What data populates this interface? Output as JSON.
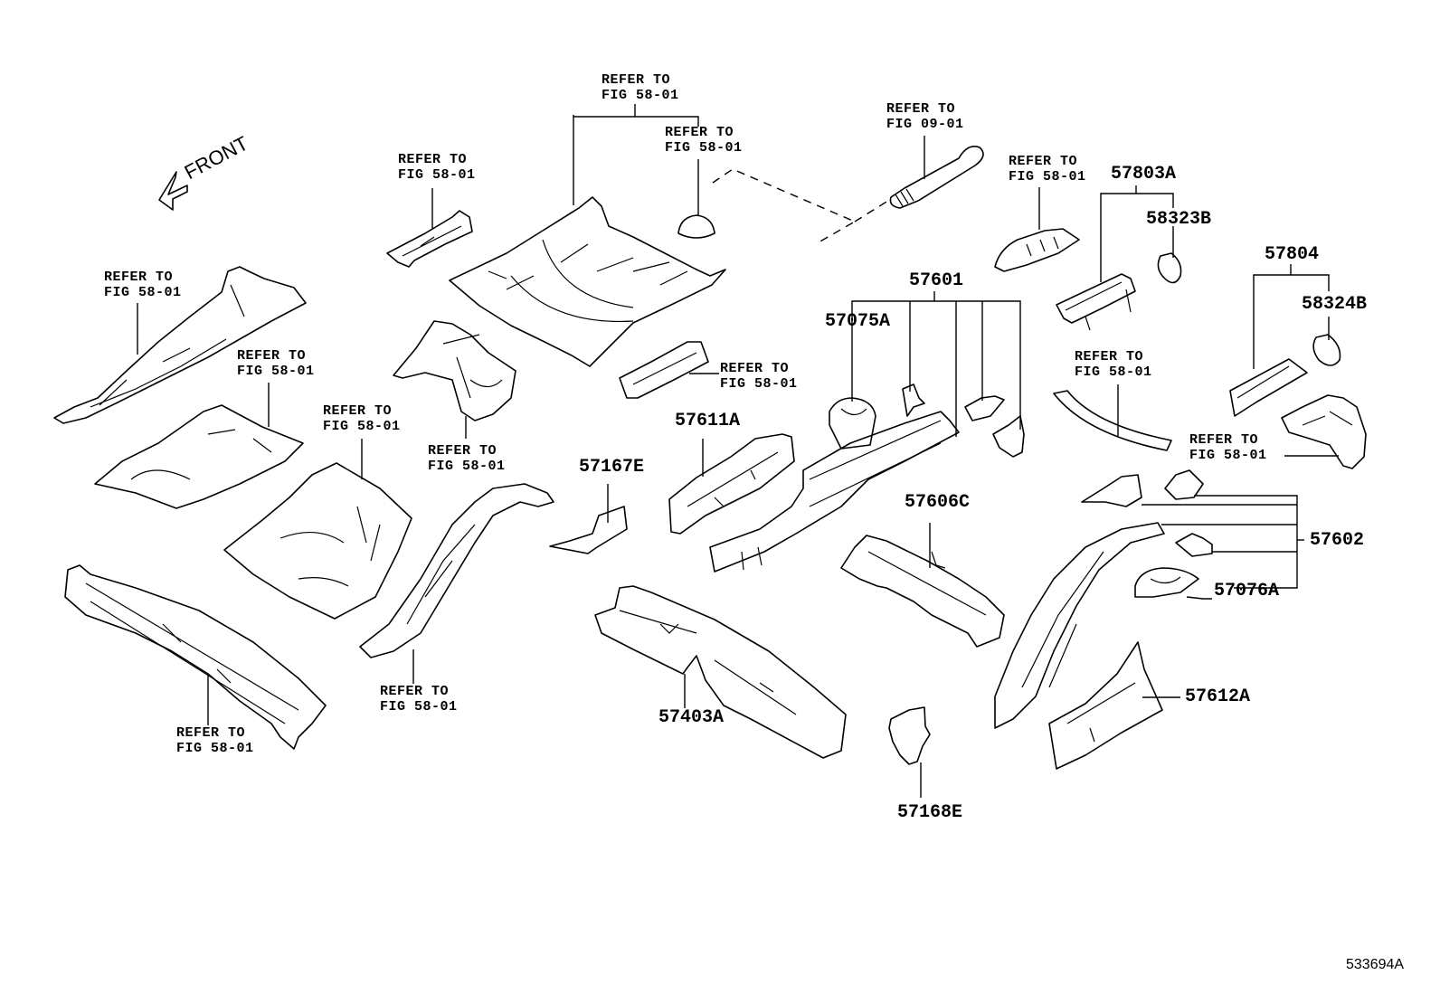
{
  "figure_id": "533694A",
  "direction_indicator": {
    "label": "FRONT",
    "icon": "arrow-left-down-icon"
  },
  "callouts": {
    "ref_left_rail": {
      "line1": "REFER TO",
      "line2": "FIG 58-01"
    },
    "ref_front_floor_small": {
      "line1": "REFER TO",
      "line2": "FIG 58-01"
    },
    "ref_floor_pan_top": {
      "line1": "REFER TO",
      "line2": "FIG 58-01"
    },
    "ref_plug": {
      "line1": "REFER TO",
      "line2": "FIG 58-01"
    },
    "ref_jack": {
      "line1": "REFER TO",
      "line2": "FIG 09-01"
    },
    "ref_bracket_top_right": {
      "line1": "REFER TO",
      "line2": "FIG 58-01"
    },
    "ref_crossmember_small": {
      "line1": "REFER TO",
      "line2": "FIG 58-01"
    },
    "ref_front_floor_pan": {
      "line1": "REFER TO",
      "line2": "FIG 58-01"
    },
    "ref_rear_floor_pan": {
      "line1": "REFER TO",
      "line2": "FIG 58-01"
    },
    "ref_tunnel_bracket": {
      "line1": "REFER TO",
      "line2": "FIG 58-01"
    },
    "ref_rear_rail_curve": {
      "line1": "REFER TO",
      "line2": "FIG 58-01"
    },
    "ref_side_member_left": {
      "line1": "REFER TO",
      "line2": "FIG 58-01"
    },
    "ref_curved_strip": {
      "line1": "REFER TO",
      "line2": "FIG 58-01"
    },
    "ref_wheelhouse": {
      "line1": "REFER TO",
      "line2": "FIG 58-01"
    }
  },
  "part_numbers": {
    "p57803A": "57803A",
    "p58323B": "58323B",
    "p57804": "57804",
    "p58324B": "58324B",
    "p57601": "57601",
    "p57075A": "57075A",
    "p57611A": "57611A",
    "p57167E": "57167E",
    "p57606C": "57606C",
    "p57602": "57602",
    "p57076A": "57076A",
    "p57403A": "57403A",
    "p57612A": "57612A",
    "p57168E": "57168E"
  }
}
